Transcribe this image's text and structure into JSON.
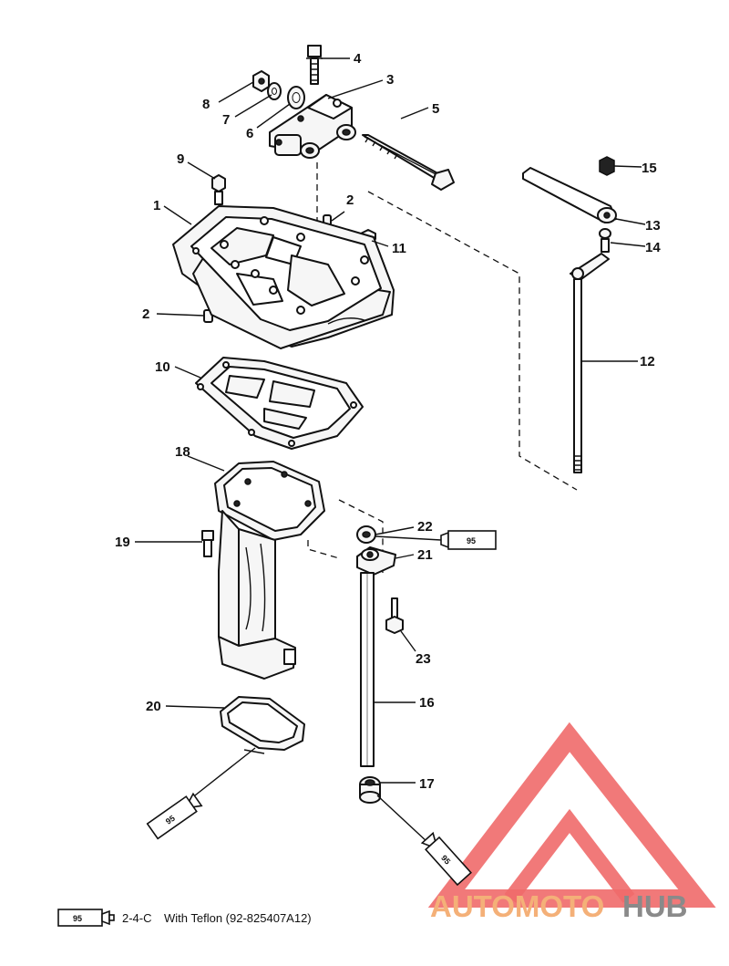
{
  "labels": {
    "p1": "1",
    "p2a": "2",
    "p2b": "2",
    "p3": "3",
    "p4": "4",
    "p5": "5",
    "p6": "6",
    "p7": "7",
    "p8": "8",
    "p9": "9",
    "p10": "10",
    "p11": "11",
    "p12": "12",
    "p13": "13",
    "p14": "14",
    "p15": "15",
    "p16": "16",
    "p17": "17",
    "p18": "18",
    "p19": "19",
    "p20": "20",
    "p21": "21",
    "p22": "22",
    "p23": "23"
  },
  "sealant": {
    "tube_label": "95",
    "legend_code": "2-4-C",
    "legend_text": "With Teflon (92-825407A12)"
  },
  "watermark": {
    "brand_part1": "AUTOMOTO",
    "brand_part2": "HUB",
    "color_red": "#ee5555",
    "color_orange": "#f4b078",
    "color_gray": "#8a8a8a"
  }
}
